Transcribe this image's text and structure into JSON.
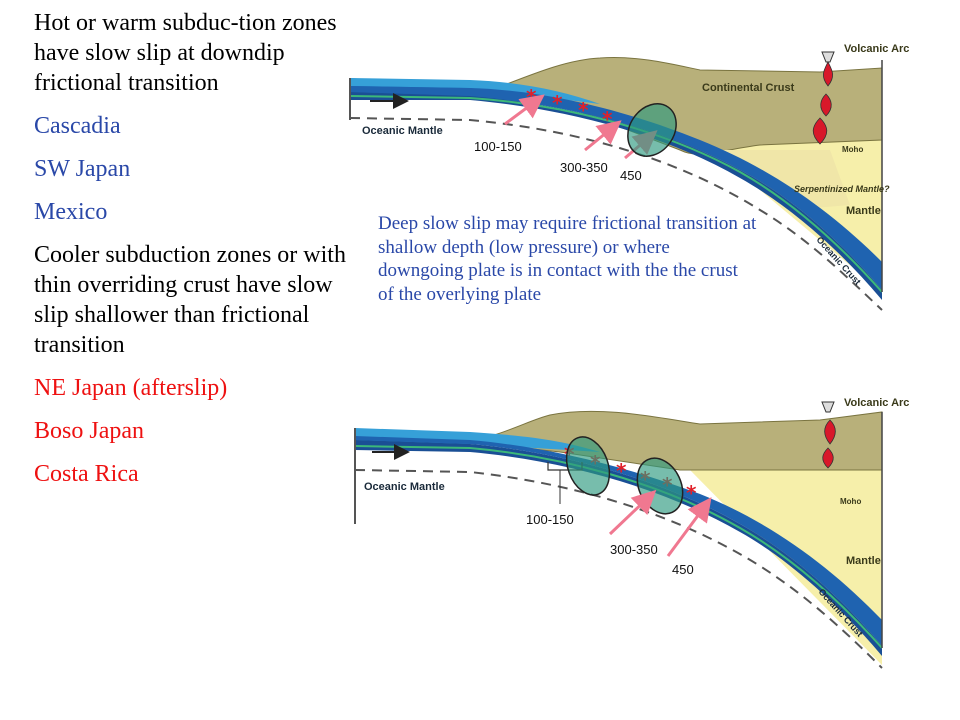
{
  "left_column": {
    "paragraphs": [
      {
        "text": "Hot or warm subduc-tion zones have slow slip at downdip frictional transition",
        "color": "#000000"
      },
      {
        "text": "Cascadia",
        "color": "#2a48a8"
      },
      {
        "text": "SW Japan",
        "color": "#2a48a8"
      },
      {
        "text": "Mexico",
        "color": "#2a48a8"
      },
      {
        "text": "Cooler subduction zones or with thin overriding crust have slow slip shallower than frictional transition",
        "color": "#000000"
      },
      {
        "text": "NE Japan (afterslip)",
        "color": "#ee1111"
      },
      {
        "text": "Boso Japan",
        "color": "#ee1111"
      },
      {
        "text": "Costa Rica",
        "color": "#ee1111"
      }
    ]
  },
  "note": "Deep slow slip may require frictional transition at shallow depth (low pressure) or where downgoing plate is in contact with the the crust of the overlying plate",
  "diagram_top": {
    "volcanic_arc": "Volcanic Arc",
    "continental_crust": "Continental Crust",
    "oceanic_mantle": "Oceanic Mantle",
    "moho": "Moho",
    "serpentinized_mantle": "Serpentinized Mantle?",
    "mantle": "Mantle",
    "oceanic_crust": "Oceanic Crust",
    "temp1": "100-150",
    "temp2": "300-350",
    "temp3": "450"
  },
  "diagram_bottom": {
    "volcanic_arc": "Volcanic Arc",
    "oceanic_mantle": "Oceanic Mantle",
    "moho": "Moho",
    "mantle": "Mantle",
    "oceanic_crust": "Oceanic Crust",
    "temp1": "100-150",
    "temp2": "300-350",
    "temp3": "450"
  },
  "colors": {
    "ocean": "#1e78c0",
    "slab": "#1f63b0",
    "continental_crust": "#b8b07a",
    "mantle": "#f6efaa",
    "slow_slip_ellipse": "#2e9a80",
    "arrow": "#f07890",
    "seismic_star": "#e0202a"
  }
}
